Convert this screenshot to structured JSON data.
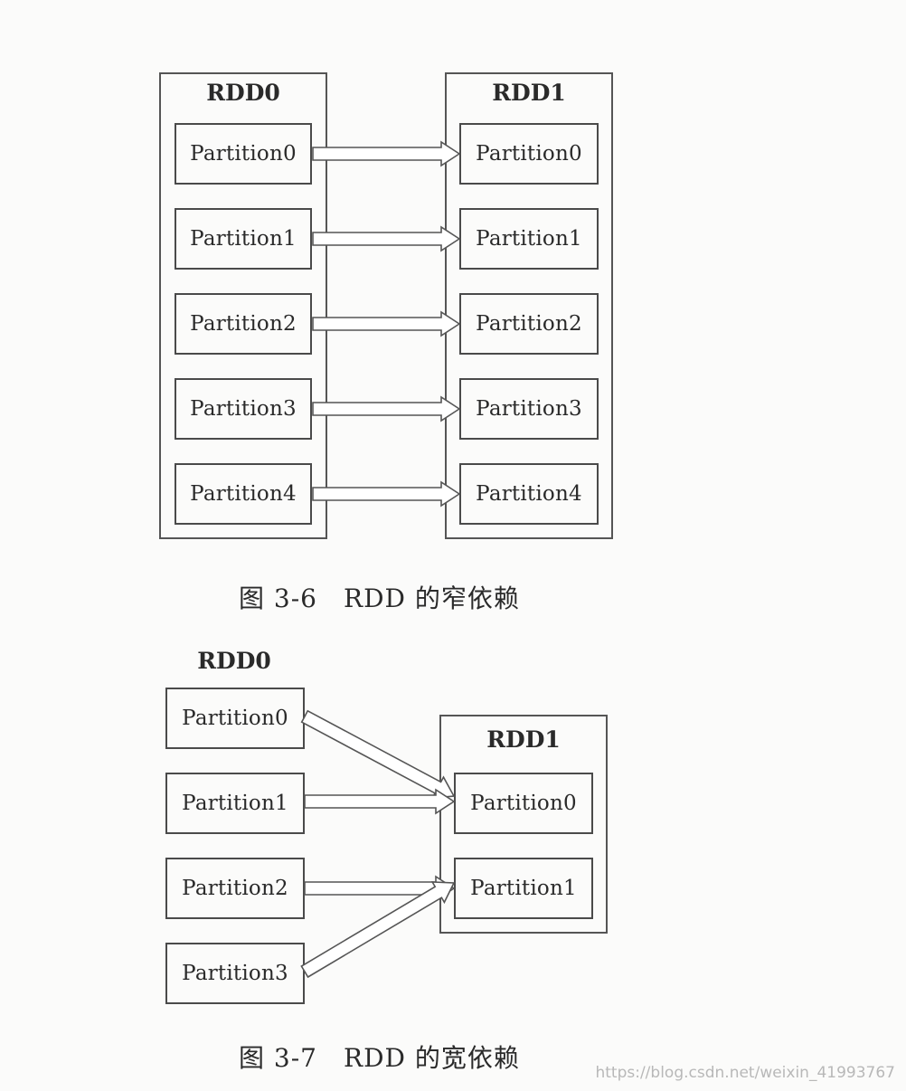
{
  "figure_narrow": {
    "left_rdd": {
      "title": "RDD0",
      "partitions": [
        "Partition0",
        "Partition1",
        "Partition2",
        "Partition3",
        "Partition4"
      ]
    },
    "right_rdd": {
      "title": "RDD1",
      "partitions": [
        "Partition0",
        "Partition1",
        "Partition2",
        "Partition3",
        "Partition4"
      ]
    },
    "dependencies": [
      {
        "from": "Partition0",
        "to": "Partition0"
      },
      {
        "from": "Partition1",
        "to": "Partition1"
      },
      {
        "from": "Partition2",
        "to": "Partition2"
      },
      {
        "from": "Partition3",
        "to": "Partition3"
      },
      {
        "from": "Partition4",
        "to": "Partition4"
      }
    ],
    "caption": "图 3-6　RDD 的窄依赖"
  },
  "figure_wide": {
    "left_rdd": {
      "title": "RDD0",
      "partitions": [
        "Partition0",
        "Partition1",
        "Partition2",
        "Partition3"
      ]
    },
    "right_rdd": {
      "title": "RDD1",
      "partitions": [
        "Partition0",
        "Partition1"
      ]
    },
    "dependencies": [
      {
        "from": "Partition0",
        "to": "Partition0"
      },
      {
        "from": "Partition1",
        "to": "Partition0"
      },
      {
        "from": "Partition2",
        "to": "Partition1"
      },
      {
        "from": "Partition3",
        "to": "Partition1"
      }
    ],
    "caption": "图 3-7　RDD 的宽依赖"
  },
  "watermark": "https://blog.csdn.net/weixin_41993767"
}
